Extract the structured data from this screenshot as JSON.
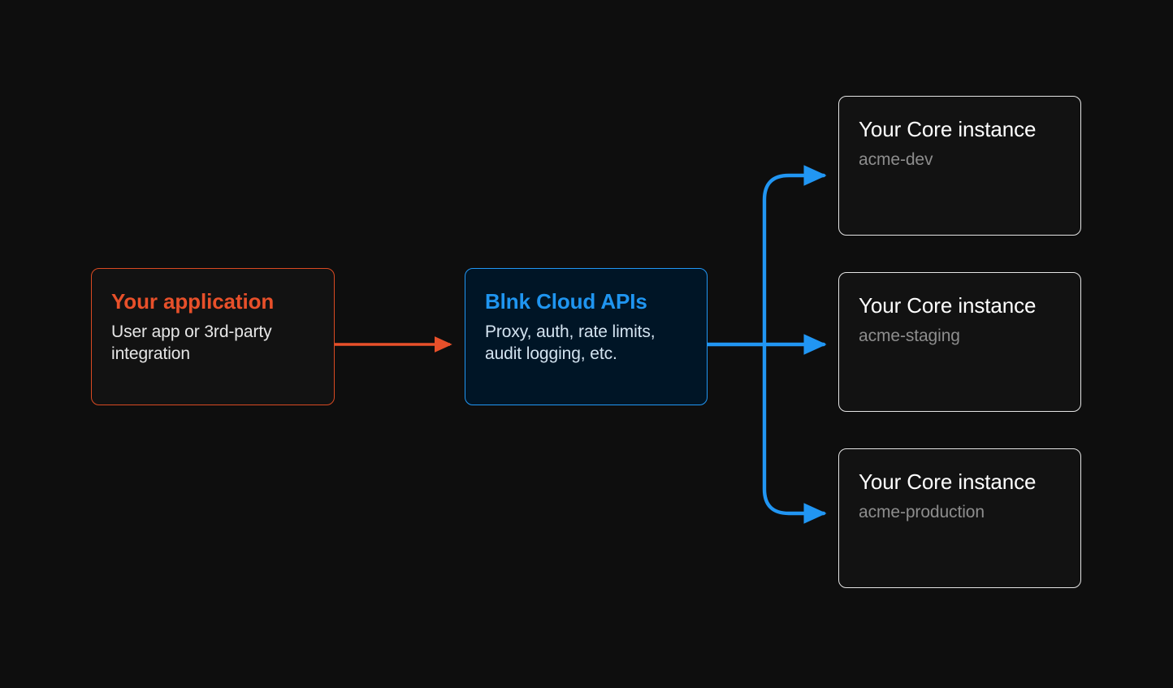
{
  "diagram": {
    "background_color": "#0e0e0e",
    "accent_orange": "#e8502a",
    "accent_blue": "#2196f3",
    "nodes": {
      "source": {
        "title": "Your application",
        "subtitle": "User app or 3rd-party integration"
      },
      "hub": {
        "title": "Blnk Cloud APIs",
        "subtitle": "Proxy, auth, rate limits, audit logging, etc."
      },
      "targets": [
        {
          "title": "Your Core instance",
          "subtitle": "acme-dev"
        },
        {
          "title": "Your Core instance",
          "subtitle": "acme-staging"
        },
        {
          "title": "Your Core instance",
          "subtitle": "acme-production"
        }
      ]
    },
    "edges": [
      {
        "name": "application-to-cloud",
        "color": "#e8502a",
        "from": "source",
        "to": "hub"
      },
      {
        "name": "cloud-to-dev",
        "color": "#2196f3",
        "from": "hub",
        "to": "target-0"
      },
      {
        "name": "cloud-to-staging",
        "color": "#2196f3",
        "from": "hub",
        "to": "target-1"
      },
      {
        "name": "cloud-to-production",
        "color": "#2196f3",
        "from": "hub",
        "to": "target-2"
      }
    ]
  }
}
